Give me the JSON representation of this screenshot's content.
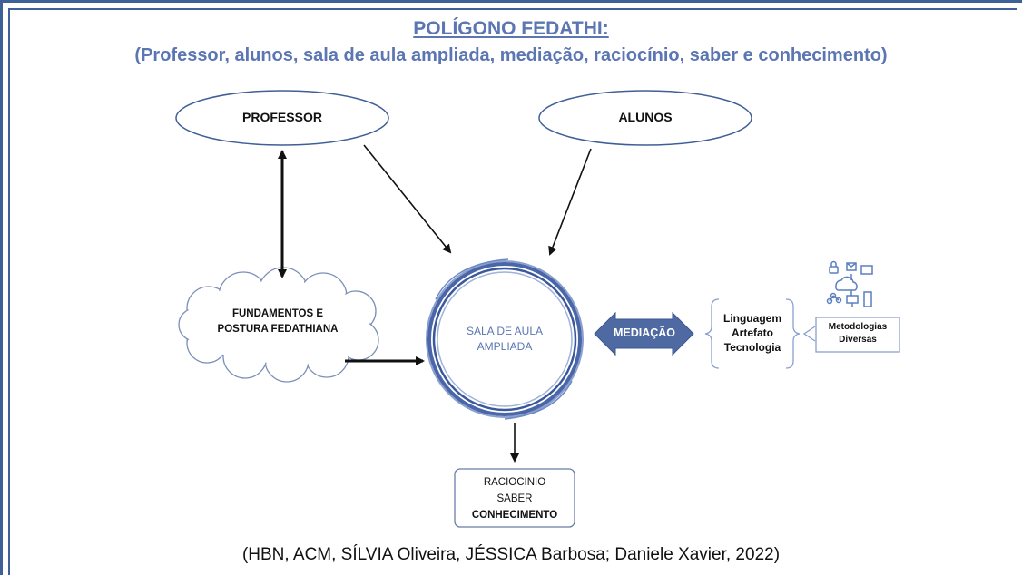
{
  "header": {
    "title": "POLÍGONO FEDATHI:",
    "subtitle": "(Professor, alunos, sala de aula ampliada, mediação, raciocínio, saber e conhecimento)"
  },
  "nodes": {
    "professor": "PROFESSOR",
    "alunos": "ALUNOS",
    "fundamentos": [
      "FUNDAMENTOS E",
      "POSTURA FEDATHIANA"
    ],
    "sala": [
      "SALA DE AULA",
      "AMPLIADA"
    ],
    "mediacao": "MEDIAÇÃO",
    "bracket_items": [
      "Linguagem",
      "Artefato",
      "Tecnologia"
    ],
    "metodologias": [
      "Metodologias",
      "Diversas"
    ],
    "raciocinio": [
      "RACIOCINIO",
      "SABER",
      "CONHECIMENTO"
    ]
  },
  "colors": {
    "accent": "#5b76b2",
    "frame": "#3f5f97",
    "ring": "#4a66a8",
    "arrow": "#111111",
    "mediacao_fill": "#4f6aa3",
    "icon": "#5a7fc0"
  },
  "icons": {
    "technology": "network-devices-icon"
  },
  "citation": "(HBN, ACM, SÍLVIA Oliveira, JÉSSICA Barbosa; Daniele Xavier, 2022)"
}
